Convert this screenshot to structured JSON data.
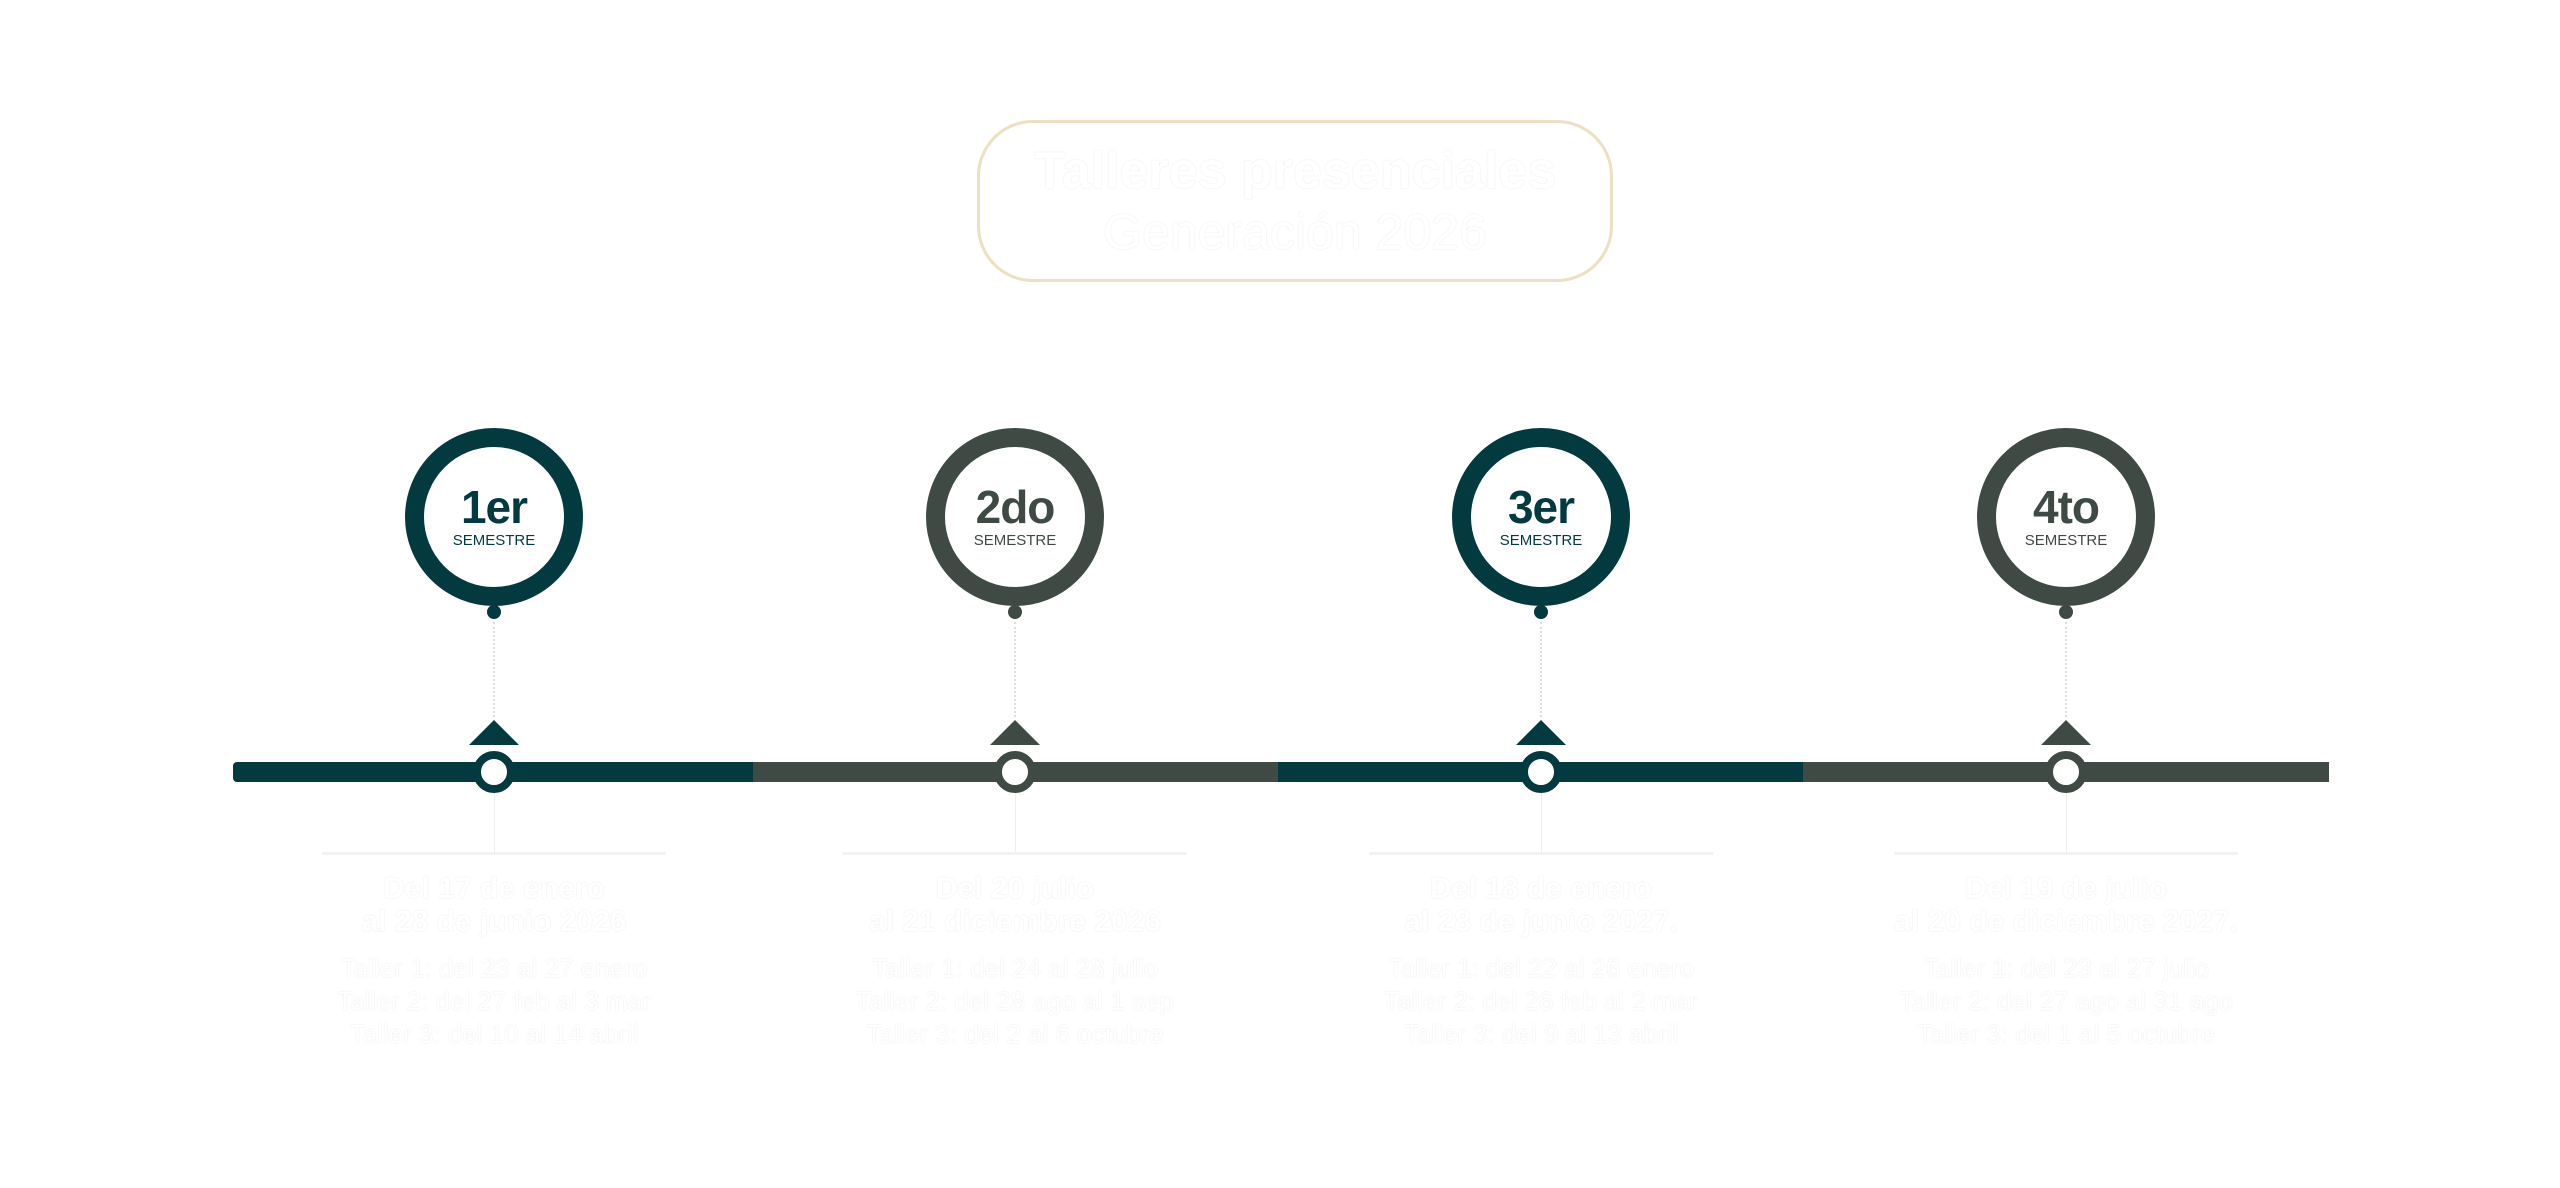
{
  "title": {
    "line1": "Talleres presenciales",
    "line2": "Generación 2026"
  },
  "colors": {
    "teal": "#023a40",
    "gray": "#3f4a44",
    "title_border": "#ecdfc2"
  },
  "semesters": [
    {
      "number": "1er",
      "label": "SEMESTRE",
      "range_line1": "Del 17 de enero",
      "range_line2": "al 28 de junio 2026",
      "talleres": [
        "Taller 1: del 23 al 27 enero",
        "Taller 2: del 27 feb al 3 mar",
        "Taller 3: del 10 al 14 abril"
      ]
    },
    {
      "number": "2do",
      "label": "SEMESTRE",
      "range_line1": "Del 20 julio",
      "range_line2": "al 21 diciembre 2026",
      "talleres": [
        "Taller 1: del 24 al 28 julio",
        "Taller 2: del 28 ago al 1 sep",
        "Taller 3: del 2 al 6 octubre"
      ]
    },
    {
      "number": "3er",
      "label": "SEMESTRE",
      "range_line1": "Del 18 de enero",
      "range_line2": "al 28 de junio 2027.",
      "talleres": [
        "Taller 1: del 22 al 26 enero",
        "Taller 2: del 26 feb al 2 mar",
        "Taller 3: del 9 al 13 abril"
      ]
    },
    {
      "number": "4to",
      "label": "SEMESTRE",
      "range_line1": "Del 19 de julio",
      "range_line2": "al 20 de diciembre 2027.",
      "talleres": [
        "Taller 1: del 23 al 27 julio",
        "Taller 2: del 27 ago al 31 ago",
        "Taller 3: del 1 al 5 octubre"
      ]
    }
  ]
}
